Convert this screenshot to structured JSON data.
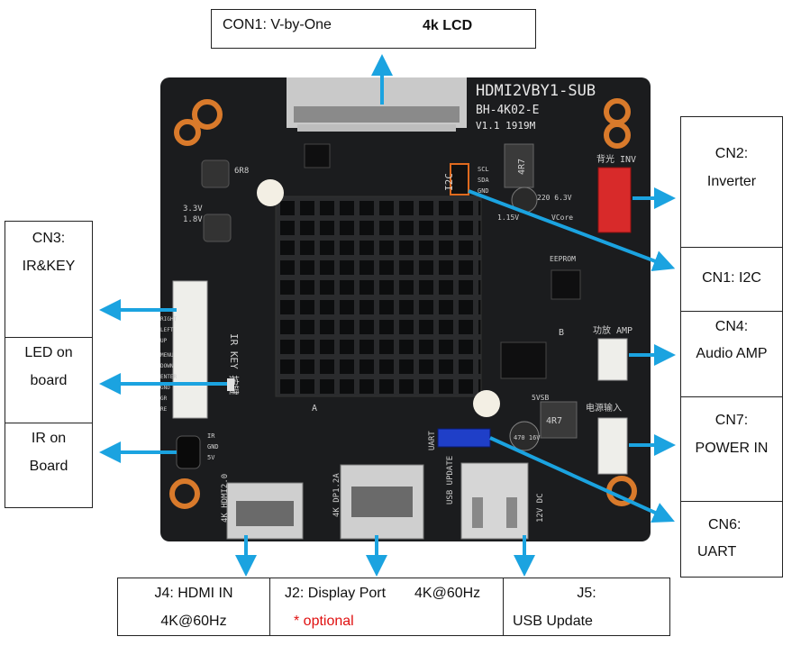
{
  "board": {
    "model": "HDMI2VBY1-SUB",
    "part": "BH-4K02-E",
    "version": "V1.1 1919M"
  },
  "silkscreen": {
    "i2c": "I2C",
    "i2c_pins": [
      "SCL",
      "SDA",
      "GND"
    ],
    "backlight": "背光 INV",
    "amp": "功放 AMP",
    "power": "电源输入",
    "ir_key": "IR KEY 按键",
    "hdmi_port": "4K HDMI2.0",
    "dp_port": "4K DP1.2A",
    "usb_port": "USB UPDATE",
    "uart": "UART",
    "dc": "12V DC",
    "inductor1": "6R8",
    "inductor2": "4R7",
    "inductor3": "4R7",
    "cap": "220 6.3V",
    "cap2": "470 16V",
    "rail1": "3.3V",
    "rail2": "1.8V",
    "rail3": "1.15V",
    "vcore": "VCore",
    "sw": "5VSB",
    "eeprom": "EEPROM",
    "ir_labels": [
      "IR",
      "GND",
      "5V"
    ],
    "key_labels": [
      "RIGHT",
      "LEFT",
      "UP",
      "MENU",
      "DOWN",
      "ENTER",
      "GND",
      "GR",
      "RE"
    ],
    "b_mark": "B",
    "a_mark": "A"
  },
  "callouts": {
    "con1_prefix": "CON1:  V-by-One",
    "con1_suffix": "4k LCD",
    "cn2_title": "CN2:",
    "cn2_desc": "Inverter",
    "cn1_i2c": "CN1: I2C",
    "cn4_title": "CN4:",
    "cn4_desc": "Audio AMP",
    "cn7_title": "CN7:",
    "cn7_desc": "POWER IN",
    "cn6_title": "CN6:",
    "cn6_desc": "UART",
    "cn3_title": "CN3:",
    "cn3_desc": "IR&KEY",
    "led_line1": "LED on",
    "led_line2": "board",
    "ir_line1": "IR on",
    "ir_line2": "Board",
    "j4_title": "J4: HDMI IN",
    "j4_desc": "4K@60Hz",
    "j2_title": "J2: Display Port",
    "j2_freq": "4K@60Hz",
    "j2_note": "* optional",
    "j5_title": "J5:",
    "j5_desc": "USB Update"
  },
  "colors": {
    "arrow": "#1ba3e0",
    "pcb": "#1b1c1e",
    "heatsink": "#0e0f10",
    "red_connector": "#d82a2a",
    "blue_connector": "#1f3fc8",
    "optional_note": "#e01010"
  }
}
